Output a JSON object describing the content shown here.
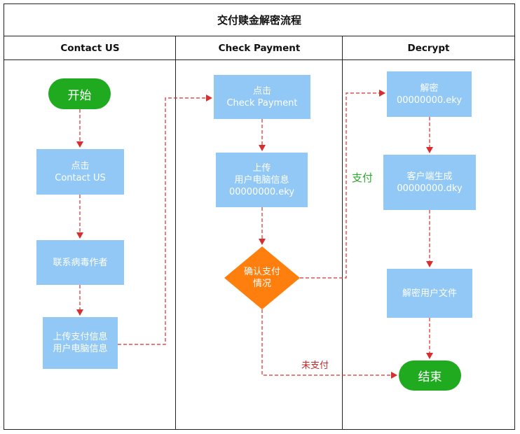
{
  "title": "交付赎金解密流程",
  "lanes": [
    "Contact US",
    "Check Payment",
    "Decrypt"
  ],
  "nodes": {
    "start": "开始",
    "click_contact": [
      "点击",
      "Contact US"
    ],
    "contact_author": "联系病毒作者",
    "upload_payment": [
      "上传支付信息",
      "用户电脑信息"
    ],
    "click_check": [
      "点击",
      "Check Payment"
    ],
    "upload_info": [
      "上传",
      "用户电脑信息",
      "00000000.eky"
    ],
    "confirm": [
      "确认支付",
      "情况"
    ],
    "decrypt": [
      "解密",
      "00000000.eky"
    ],
    "client_gen": [
      "客户端生成",
      "00000000.dky"
    ],
    "decrypt_files": "解密用户文件",
    "end": "结束"
  },
  "edge_labels": {
    "paid": "支付",
    "unpaid": "未支付"
  },
  "colors": {
    "box": "#92c8f5",
    "terminal": "#1faa1f",
    "decision": "#ff7f0e",
    "arrow": "#d62f2f",
    "paid_label": "#2ea82e",
    "unpaid_label": "#c62828"
  }
}
